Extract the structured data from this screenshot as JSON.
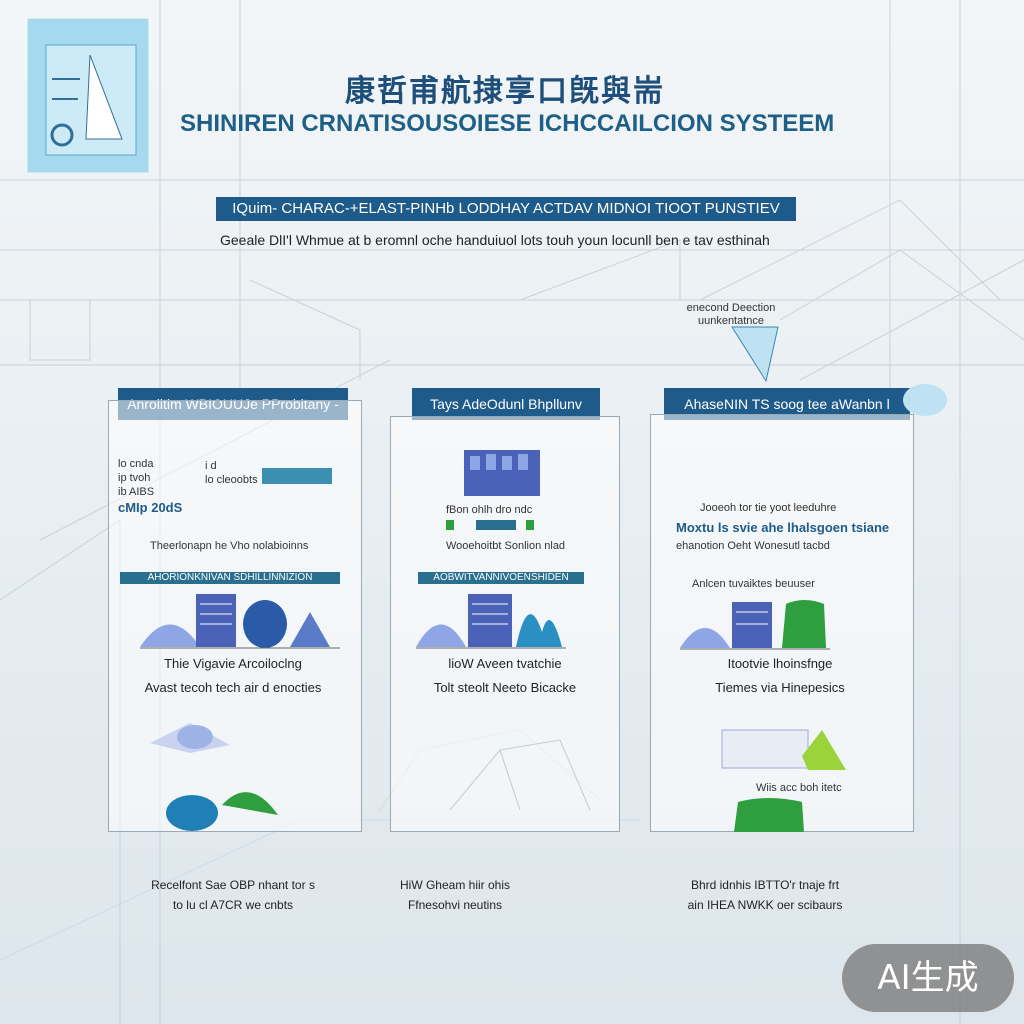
{
  "header": {
    "title_cn": "康哲甫航捸享口旣與耑",
    "title_en": "SHINIREN CRNATISOUSOIESE ICHCCAILCION SYSTEEM",
    "banner": "IQuim- CHARAC-+ELAST-PINHb LODDHAY ACTDAV MIDNOI TIOOT PUNSTIEV",
    "subtitle": "Geeale DlI'l Whmue at b eromnl oche handuiuol lots touh youn locunll ben e tav esthinah",
    "note_line1": "enecond Deection",
    "note_line2": "uunkentatnce"
  },
  "columns": [
    {
      "heading": "Anrolitim WBIOUUJe PProbitany -",
      "lines": [
        "lo cnda",
        "ip tvoh",
        "ib AIBS",
        "i d",
        "lo cleoobts",
        "cMIp 20dS"
      ],
      "mid_text": "Theerlonapn he Vho nolabioinns",
      "strip": "AHORIONKNIVAN SDHILLINNIZION",
      "label1": "Thie Vigavie Arcoiloclng",
      "label2": "Avast tecoh tech air d enocties",
      "bottom1": "Recelfont Sae OBP nhant tor s",
      "bottom2": "to lu cl A7CR we cnbts"
    },
    {
      "heading": "Tays AdeOdunl Bhpllunv",
      "lines": [
        "fBon ohlh dro ndc",
        "Wooehoitbt Sonlion nlad"
      ],
      "strip": "AOBWITVANNIVOENSHIDEN",
      "label1": "lioW Aveen tvatchie",
      "label2": "Tolt steolt Neeto Bicacke",
      "bottom1": "HiW Gheam hiir ohis",
      "bottom2": "Ffnesohvi neutins"
    },
    {
      "heading": "AhaseNIN TS soog tee aWanbn l",
      "lines": [
        "Jooeoh tor tie yoot leeduhre",
        "Moxtu ls svie ahe lhalsgoen tsiane",
        "ehanotion Oeht Wonesutl tacbd"
      ],
      "label0": "Anlcen tuvaiktes beuuser",
      "label1": "Itootvie lhoinsfnge",
      "label2": "Tiemes via Hinepesics",
      "small": "Wiis acc boh itetc",
      "bottom1": "Bhrd idnhis IBTTO'r tnaje frt",
      "bottom2": "ain IHEA NWKK oer scibaurs"
    }
  ],
  "badge": "AI生成",
  "colors": {
    "primary": "#1f5b8a",
    "accent_light": "#a6d8ee",
    "green": "#2e9e3f",
    "blue": "#2a5aa8"
  }
}
